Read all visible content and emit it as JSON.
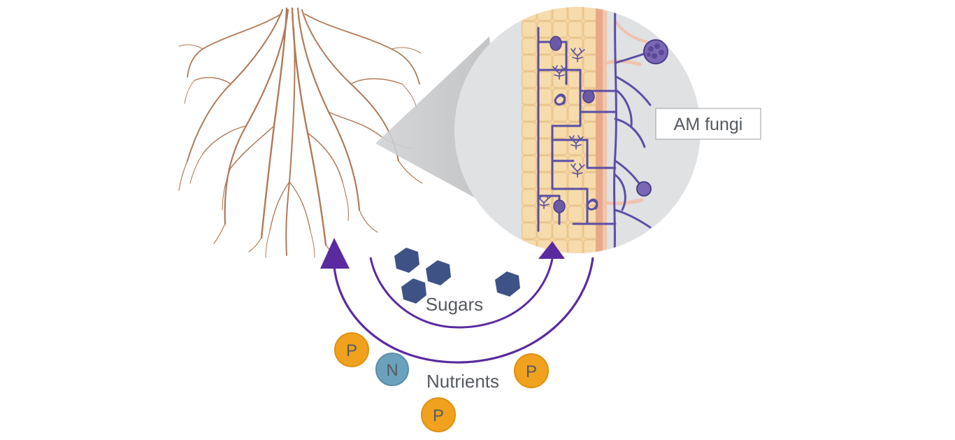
{
  "labels": {
    "am_fungi": "AM fungi",
    "sugars": "Sugars",
    "nutrients": "Nutrients"
  },
  "nutrient_tokens": [
    {
      "symbol": "P",
      "element": "phosphorus"
    },
    {
      "symbol": "N",
      "element": "nitrogen"
    },
    {
      "symbol": "P",
      "element": "phosphorus"
    },
    {
      "symbol": "P",
      "element": "phosphorus"
    }
  ],
  "colors": {
    "root": "#b07a58",
    "arrow": "#5a2aa0",
    "fungus": "#5a4fa5",
    "sugar": "#3e5286",
    "phosphorus": "#f0a21e",
    "nitrogen": "#6ba1bd",
    "magnifier_bg": "#dfe1e3",
    "root_cell": "#f4d7a4"
  },
  "icons": {
    "sugar_molecule": "hexagon",
    "nutrient_token": "circle"
  }
}
